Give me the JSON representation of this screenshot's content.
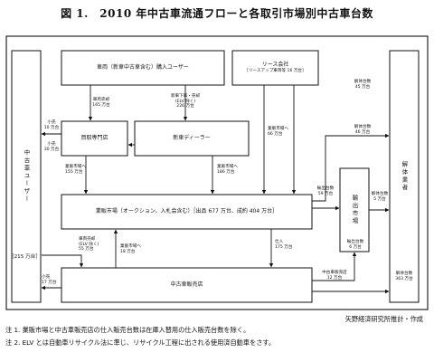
{
  "title": "図 1.　2010 年中古車流通フローと各取引市場別中古車台数",
  "nodes": {
    "users": "車両（新車中古車含む）購入ユーザー",
    "lease": "リース会社",
    "lease_sub": "［リースアップ車両等 16 万台］",
    "buyer_shop": "買取専門店",
    "dealer": "新車ディーラー",
    "auction": "業販市場（オークション、入札会含む）［出品 677 万台、成約 404 万台］",
    "used_user": "中古車ユーザー",
    "used_dealer": "中古車販売店",
    "export": "輸出市場",
    "dismantle": "解体業者",
    "count_215": "［215 万台］"
  },
  "flows": {
    "user_to_buyer": "車両売却\n165 万台",
    "user_to_dealer": "新車下取・売却\n(ELV 除く)\n226 万台",
    "buyer_to_used_user": "小売\n10 万台",
    "dealer_to_used_user": "小売\n30 万台",
    "buyer_to_auction": "業販市場へ\n155 万台",
    "dealer_to_auction": "業販市場へ\n186 万台",
    "users_to_auction": "業販市場へ\n66 万台",
    "used_dealer_from_user": "車両売却\n(ELV 除く)\n55 万台",
    "used_dealer_to_auction": "業販市場へ\n18 万台",
    "auction_to_used_dealer": "仕入\n175 万台",
    "auction_to_export": "輸出台数\n59 万台",
    "auction_to_dismantle": "解体台数\n46 万台",
    "users_to_dismantle": "解体台数\n45 万台",
    "export_to_dismantle": "解体台数\n5 万台",
    "used_dealer_to_export": "輸出台数\n6 万台",
    "used_dealer_to_dismantle": "中古車販売店\n12 万台",
    "dismantle_total": "解体台数\n363 万台",
    "used_user_retail": "小売\n17 万台"
  },
  "source": "矢野経済研究所推計・作成",
  "notes": [
    "注 1. 業販市場と中古車販売店の仕入販売台数は在庫入替用の仕入販売台数を除く。",
    "注 2. ELV とは自動車リサイクル法に準じ、リサイクル工程に出される使用済自動車をさす。"
  ]
}
